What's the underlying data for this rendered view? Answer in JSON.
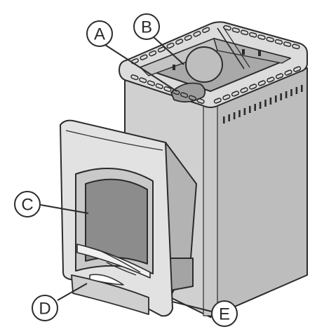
{
  "diagram": {
    "callouts": [
      {
        "id": "A",
        "label": "A"
      },
      {
        "id": "B",
        "label": "B"
      },
      {
        "id": "C",
        "label": "C"
      },
      {
        "id": "D",
        "label": "D"
      },
      {
        "id": "E",
        "label": "E"
      }
    ]
  },
  "colors": {
    "stroke": "#2b2b2b",
    "body_light": "#d4d4d4",
    "body_mid": "#b9b9b9",
    "body_dark": "#999999",
    "door_frame": "#e2e2e2",
    "glass": "#8c8c8c",
    "background": "#ffffff"
  }
}
